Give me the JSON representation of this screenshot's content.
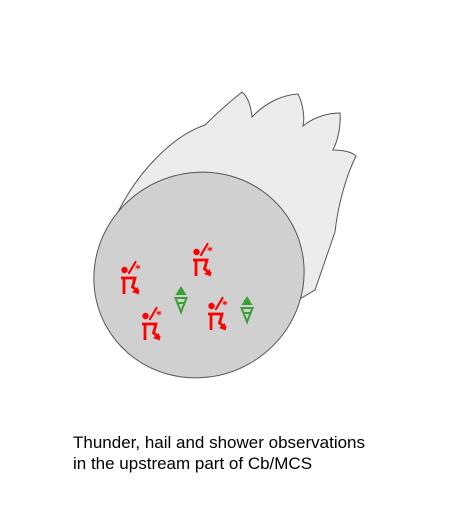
{
  "caption": {
    "line1": "Thunder, hail and shower observations",
    "line2": "in the upstream part of Cb/MCS"
  },
  "colors": {
    "background": "#ffffff",
    "anvil_fill": "#ececec",
    "cloud_fill": "#d0d0d0",
    "outline": "#555555",
    "thunderstorm_symbol": "#ff0000",
    "shower_symbol": "#3aa035",
    "caption_text": "#000000"
  },
  "symbols": [
    {
      "type": "thunderstorm-with-hail-symbol",
      "color": "red"
    },
    {
      "type": "thunderstorm-with-hail-symbol",
      "color": "red"
    },
    {
      "type": "thunderstorm-with-hail-symbol",
      "color": "red"
    },
    {
      "type": "thunderstorm-with-hail-symbol",
      "color": "red"
    },
    {
      "type": "hail-shower-symbol",
      "color": "green"
    },
    {
      "type": "hail-shower-symbol",
      "color": "green"
    }
  ]
}
